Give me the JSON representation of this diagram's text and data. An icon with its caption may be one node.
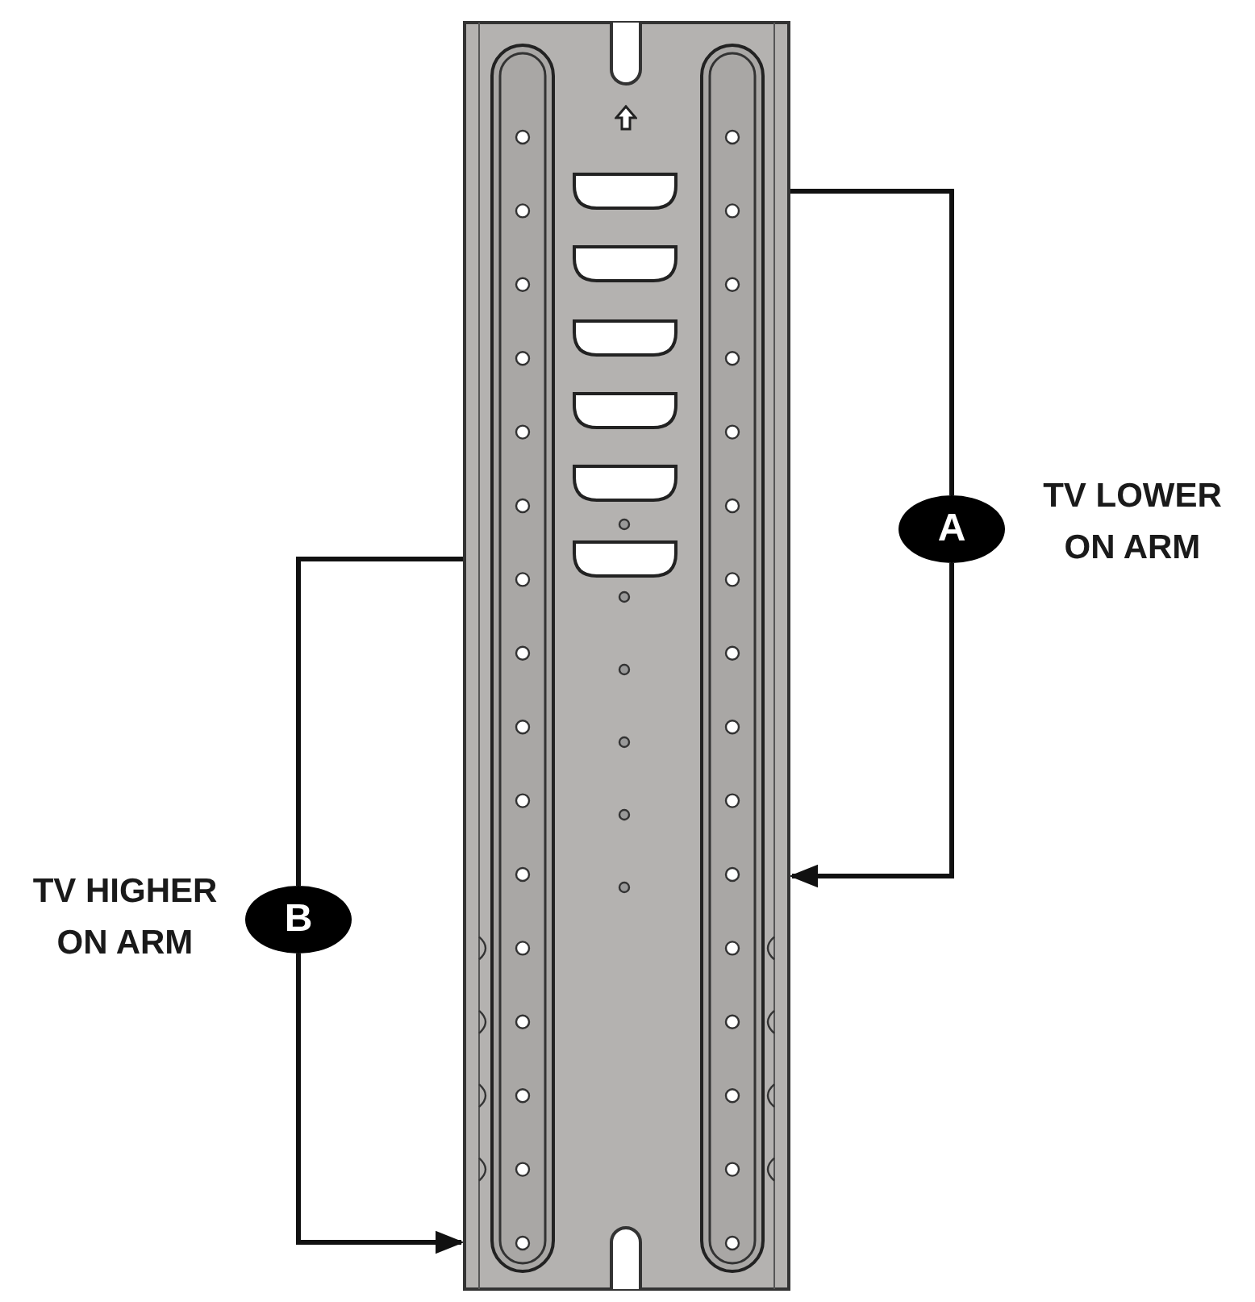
{
  "diagram": {
    "nodes": [
      {
        "text": [],
        "shape": "box"
      },
      {
        "text": [],
        "shape": "box",
        "in": 0
      },
      {
        "text": [],
        "shape": "box",
        "in": 0
      },
      {
        "text": [],
        "shape": "box",
        "in": 0
      },
      {
        "text": [],
        "shape": "box",
        "in": 0
      },
      {
        "text": [],
        "shape": "box",
        "in": 0
      },
      {
        "text": [],
        "shape": "box",
        "in": 0
      },
      {
        "text": [
          "A"
        ],
        "beside": [
          "TV LOWER ON ARM"
        ]
      },
      {
        "text": [
          "B"
        ],
        "beside": [
          "TV HIGHER ON ARM"
        ]
      }
    ],
    "edges": [
      {
        "from": 7,
        "to": 1,
        "arrow": "to"
      },
      {
        "from": 7,
        "to": 0,
        "arrow": "to"
      },
      {
        "from": 8,
        "to": 6,
        "arrow": "to"
      },
      {
        "from": 8,
        "to": 0,
        "arrow": "to"
      }
    ]
  }
}
